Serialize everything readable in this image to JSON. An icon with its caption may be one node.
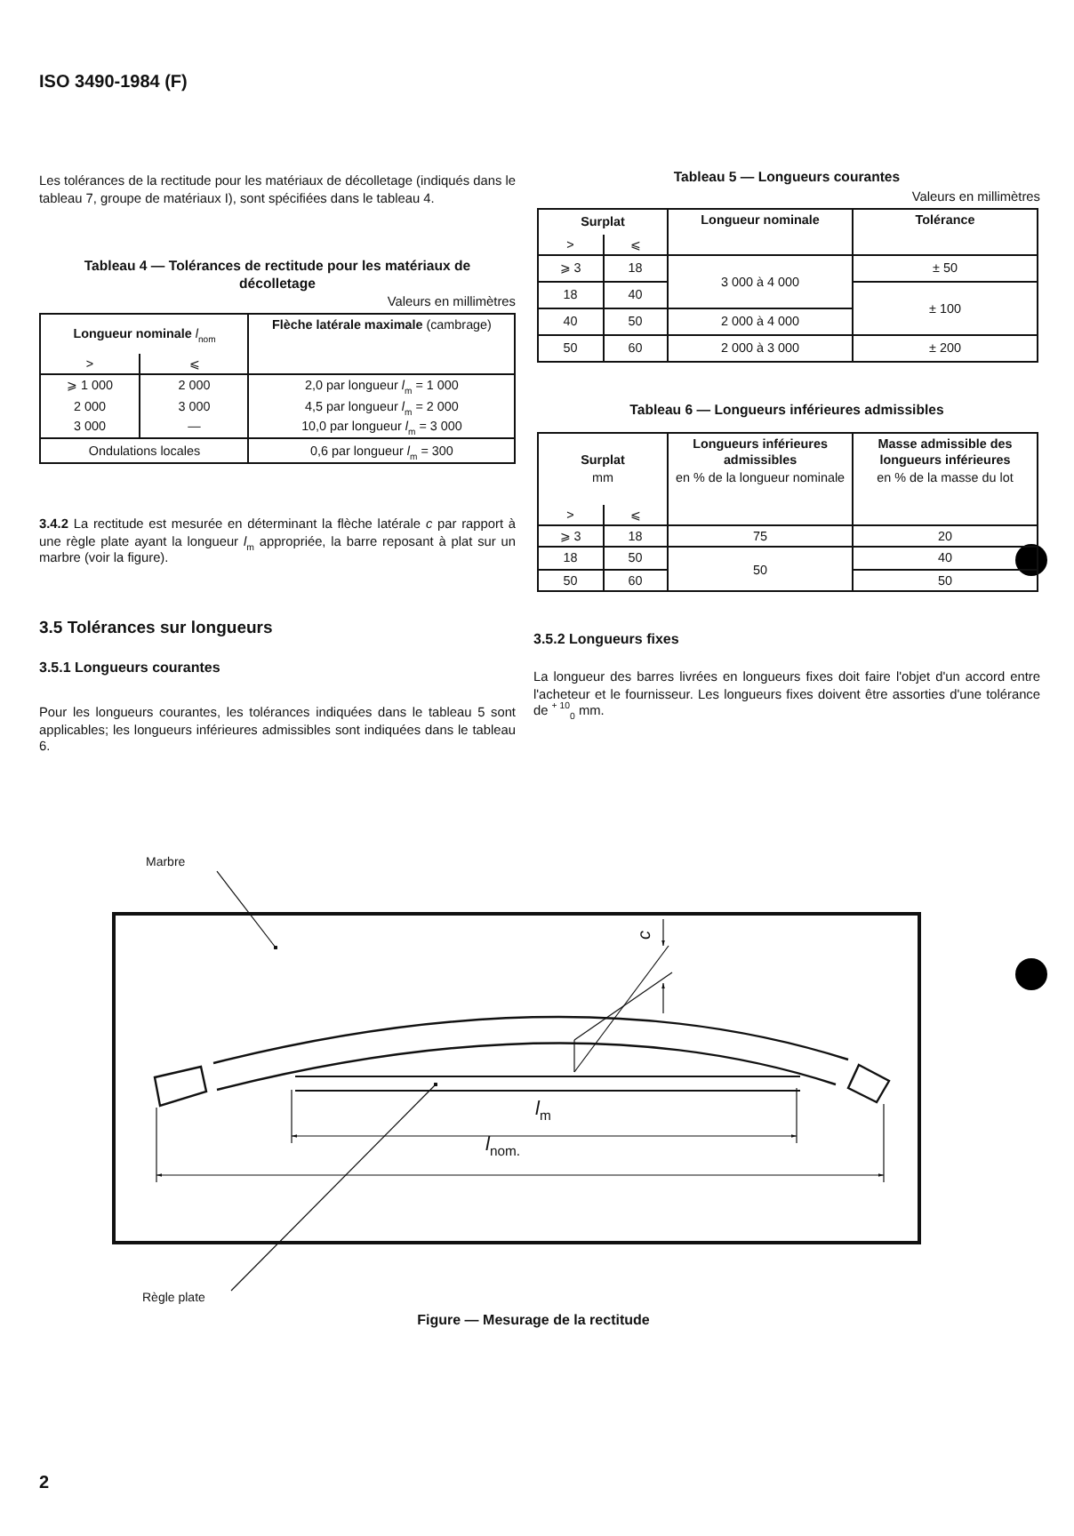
{
  "diagram": {
    "caption": "Figure — Mesurage de la rectitude",
    "nodes": [
      {
        "text": [
          "Marbre"
        ]
      },
      {
        "text": [],
        "shape": "box"
      },
      {
        "text": [],
        "shape": "bar",
        "in": 1
      },
      {
        "text": [
          "Règle plate"
        ]
      }
    ],
    "edges": [
      {
        "from": 0,
        "to": 1,
        "arrow": "other"
      },
      {
        "from": 3,
        "to": 2,
        "arrow": "other"
      }
    ],
    "labels": [
      "ISO 3490-1984 (F)",
      "Les tolérances de la rectitude pour les matériaux de décolletage (indiqués dans le tableau 7, groupe de matériaux I), sont spécifiées dans le tableau 4.",
      "Tableau 4 — Tolérances de rectitude pour les matériaux de décolletage",
      "Valeurs en millimètres",
      "**Longueur nominale** *l*$_{nom}$",
      "**Flèche latérale maximale** (cambrage)",
      ">",
      "⩽",
      "⩾ 1 000",
      "2 000",
      "2,0 par longueur *l*$_{m}$ = 1 000",
      "2 000",
      "3 000",
      "4,5 par longueur *l*$_{m}$ = 2 000",
      "3 000",
      "—",
      "10,0 par longueur *l*$_{m}$ = 3 000",
      "Ondulations locales",
      "0,6 par longueur *l*$_{m}$ = 300",
      "**3.4.2** La rectitude est mesurée en déterminant la flèche latérale *c* par rapport à une règle plate ayant la longueur *l*$_{m}$ appropriée, la barre reposant à plat sur un marbre (voir la figure).",
      "3.5 Tolérances sur longueurs",
      "3.5.1 Longueurs courantes",
      "Pour les longueurs courantes, les tolérances indiquées dans le tableau 5 sont applicables; les longueurs inférieures admissibles sont indiquées dans le tableau 6.",
      "Tableau 5 — Longueurs courantes",
      "Valeurs en millimètres",
      "Surplat",
      "Longueur nominale",
      "Tolérance",
      ">",
      "⩽",
      "⩾ 3",
      "18",
      "3 000 à 4 000",
      "± 50",
      "18",
      "40",
      "± 100",
      "40",
      "50",
      "2 000 à 4 000",
      "50",
      "60",
      "2 000 à 3 000",
      "± 200",
      "Tableau 6 — Longueurs inférieures admissibles",
      "Surplat",
      "mm",
      "Longueurs inférieures admissibles",
      "en % de la longueur nominale",
      "Masse admissible des longueurs inférieures",
      "en % de la masse du lot",
      ">",
      "⩽",
      "⩾ 3",
      "18",
      "75",
      "20",
      "18",
      "50",
      "50",
      "40",
      "50",
      "60",
      "50",
      "3.5.2 Longueurs fixes",
      "La longueur des barres livrées en longueurs fixes doit faire l'objet d'un accord entre l'acheteur et le fournisseur. Les longueurs fixes doivent être assorties d'une tolérance de $^{+ 10}$$_{0}$ mm.",
      "*c*",
      "*l*$_{m}$",
      "*l*$_{nom.}$",
      "2"
    ]
  }
}
